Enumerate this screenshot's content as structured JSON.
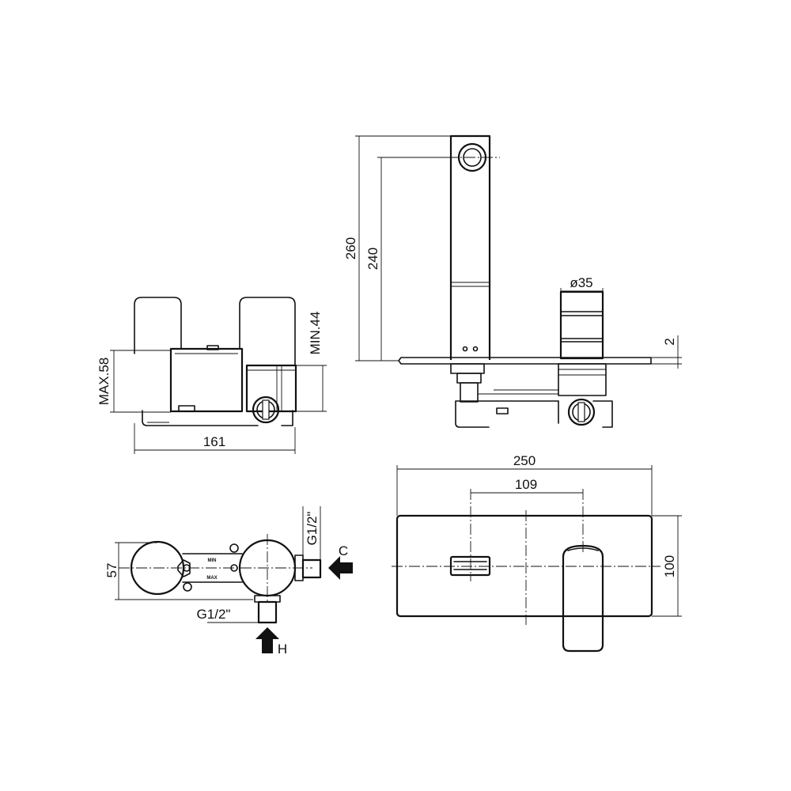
{
  "dimensions": {
    "side_height_total": "260",
    "side_height_spout": "240",
    "handle_diameter": "ø35",
    "plate_thickness": "2",
    "max_depth": "MAX.58",
    "min_depth": "MIN.44",
    "box_width": "161",
    "plate_width": "250",
    "axis_spacing": "109",
    "plate_height": "100",
    "body_depth": "57",
    "cold_thread": "G1/2\"",
    "hot_thread": "G1/2\""
  },
  "labels": {
    "cold_inlet": "C",
    "hot_inlet": "H",
    "min_mark": "MIN",
    "max_mark": "MAX"
  }
}
